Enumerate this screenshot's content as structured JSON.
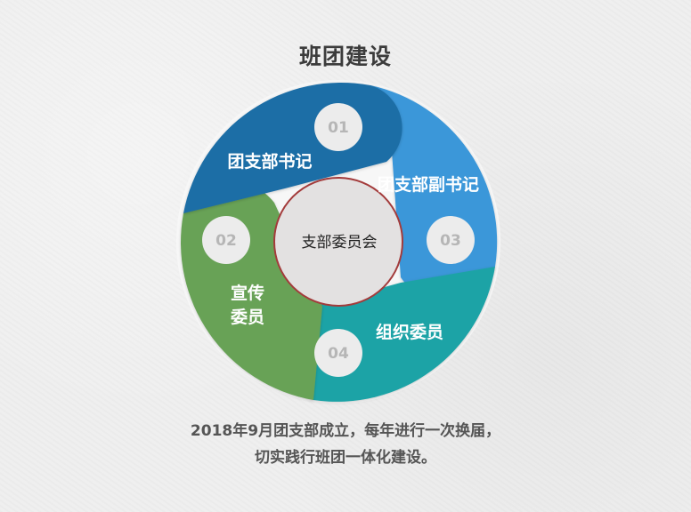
{
  "title": "班团建设",
  "center": {
    "label": "支部委员会"
  },
  "segments": [
    {
      "number": "01",
      "label": "团支部书记",
      "color": "#1e6ea6"
    },
    {
      "number": "02",
      "label_lines": [
        "宣传",
        "委员"
      ],
      "color": "#68a257"
    },
    {
      "number": "03",
      "label": "团支部副书记",
      "color": "#3b97d9"
    },
    {
      "number": "04",
      "label": "组织委员",
      "color": "#1fa3a6"
    }
  ],
  "caption": {
    "line1": "2018年9月团支部成立，每年进行一次换届，",
    "line2": "切实践行班团一体化建设。"
  },
  "colors": {
    "background": "#efefef",
    "center_fill": "#e3e1e1",
    "center_stroke": "#a33b3b",
    "badge_fill": "#ececec"
  }
}
